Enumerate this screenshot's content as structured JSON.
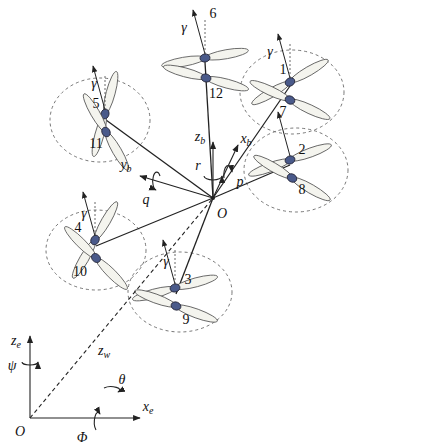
{
  "diagram": {
    "labels": [
      "1",
      "2",
      "3",
      "4",
      "5",
      "6",
      "7",
      "8",
      "9",
      "10",
      "11",
      "12",
      "γ",
      "γ",
      "γ",
      "γ",
      "γ",
      "zb",
      "xb",
      "yb",
      "r",
      "p",
      "q",
      "O",
      "ze",
      "xe",
      "zw",
      "ψ",
      "θ",
      "Φ",
      "O"
    ]
  }
}
